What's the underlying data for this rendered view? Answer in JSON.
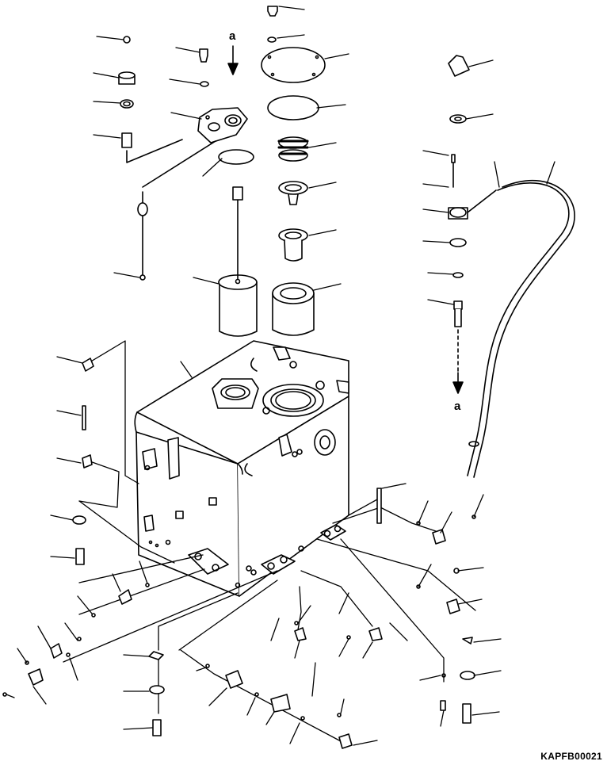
{
  "diagram": {
    "connector_label_top": "a",
    "connector_label_right": "a",
    "drawing_code": "KAPFB00021"
  }
}
